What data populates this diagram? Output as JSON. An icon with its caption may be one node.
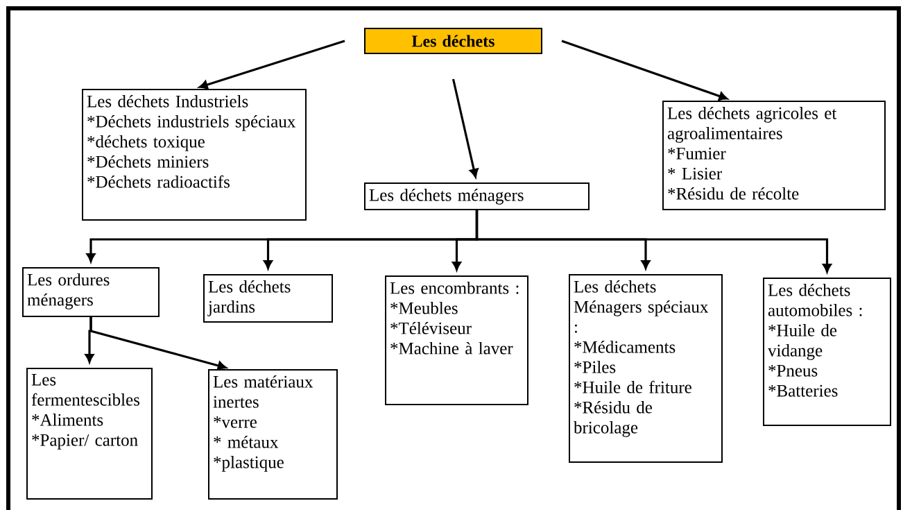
{
  "diagram": {
    "nodes": [
      {
        "text": [
          "Les déchets"
        ]
      },
      {
        "text": [
          "Les déchets Industriels",
          "*Déchets industriels spéciaux",
          "*déchets toxique",
          "*Déchets miniers",
          "*Déchets radioactifs"
        ]
      },
      {
        "text": [
          "Les déchets ménagers"
        ]
      },
      {
        "text": [
          "Les déchets agricoles et agroalimentaires",
          "*Fumier",
          "* Lisier",
          "*Résidu de récolte"
        ]
      },
      {
        "text": [
          "Les ordures ménagers"
        ]
      },
      {
        "text": [
          "Les déchets jardins"
        ]
      },
      {
        "text": [
          "Les encombrants :",
          "*Meubles",
          "*Téléviseur",
          "*Machine à laver"
        ]
      },
      {
        "text": [
          "Les déchets Ménagers spéciaux :",
          "*Médicaments",
          "*Piles",
          "*Huile de friture",
          "*Résidu de bricolage"
        ]
      },
      {
        "text": [
          "Les déchets automobiles :",
          "*Huile de vidange",
          "*Pneus",
          "*Batteries"
        ]
      },
      {
        "text": [
          "Les fermentescibles",
          "*Aliments",
          "*Papier/ carton"
        ]
      },
      {
        "text": [
          "Les matériaux inertes",
          "*verre",
          "* métaux",
          "*plastique"
        ]
      }
    ],
    "edges": [
      {
        "from": 0,
        "to": 1,
        "arrow": "to"
      },
      {
        "from": 0,
        "to": 2,
        "arrow": "to"
      },
      {
        "from": 0,
        "to": 3,
        "arrow": "to"
      },
      {
        "from": 2,
        "to": 4,
        "arrow": "to"
      },
      {
        "from": 2,
        "to": 5,
        "arrow": "to"
      },
      {
        "from": 2,
        "to": 6,
        "arrow": "to"
      },
      {
        "from": 2,
        "to": 7,
        "arrow": "to"
      },
      {
        "from": 2,
        "to": 8,
        "arrow": "to"
      },
      {
        "from": 4,
        "to": 9,
        "arrow": "to"
      },
      {
        "from": 4,
        "to": 10,
        "arrow": "to"
      }
    ]
  }
}
